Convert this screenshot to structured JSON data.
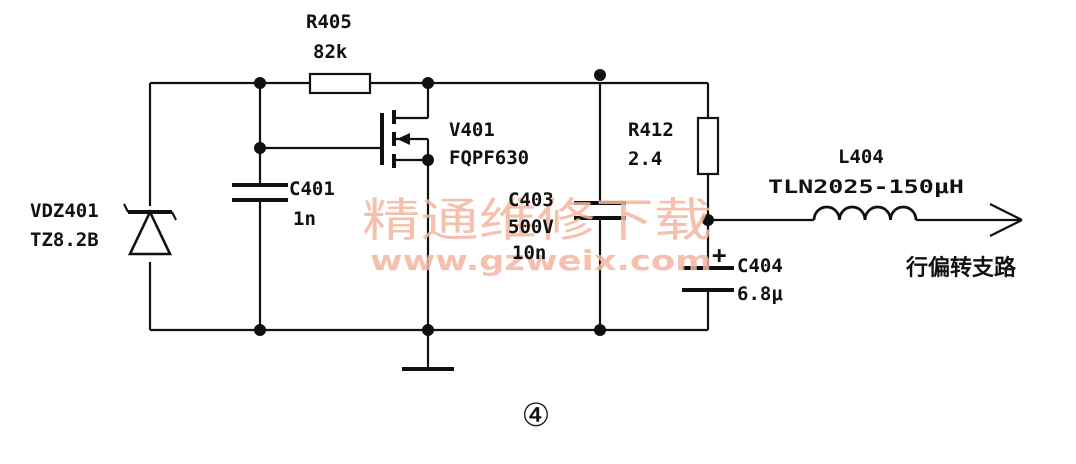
{
  "components": {
    "r405": {
      "ref": "R405",
      "value": "82k"
    },
    "v401": {
      "ref": "V401",
      "value": "FQPF630"
    },
    "c401": {
      "ref": "C401",
      "value": "1n"
    },
    "c403": {
      "ref": "C403",
      "voltage": "500V",
      "value": "10n"
    },
    "r412": {
      "ref": "R412",
      "value": "2.4"
    },
    "l404": {
      "ref": "L404",
      "value": "TLN2025-150μH"
    },
    "c404": {
      "ref": "C404",
      "value": "6.8μ",
      "polarity": "+"
    },
    "vdz401": {
      "ref": "VDZ401",
      "value": "TZ8.2B"
    }
  },
  "output_label": "行偏转支路",
  "figure_number": "④",
  "watermark": {
    "text": "精通维修下载",
    "url": "www.gzweix.com"
  },
  "colors": {
    "ink": "#111111",
    "watermark": "#f4b7a0"
  }
}
